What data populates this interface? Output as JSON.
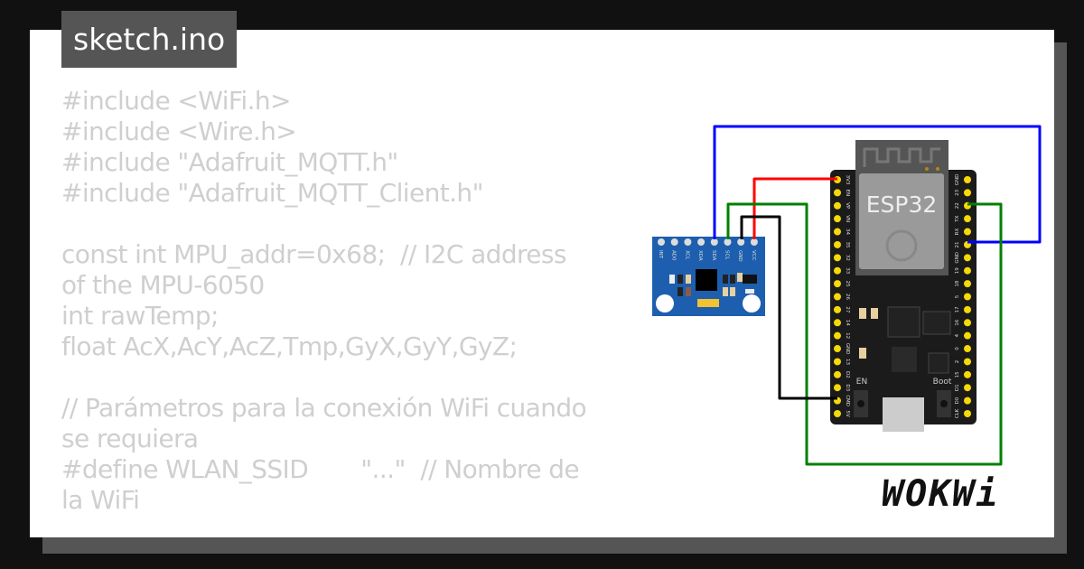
{
  "title": "sketch.ino",
  "code_lines": [
    "#include <WiFi.h>",
    "#include <Wire.h>",
    "#include \"Adafruit_MQTT.h\"",
    "#include \"Adafruit_MQTT_Client.h\"",
    "",
    "const int MPU_addr=0x68;  // I2C address of the MPU-6050",
    "int rawTemp;",
    "float AcX,AcY,AcZ,Tmp,GyX,GyY,GyZ;",
    "",
    "// Parámetros para la conexión WiFi cuando se requiera",
    "#define WLAN_SSID       \"...\"  // Nombre de la WiFi"
  ],
  "esp32": {
    "label": "ESP32",
    "left_pins": [
      "3V3",
      "EN",
      "VP",
      "VN",
      "34",
      "35",
      "32",
      "33",
      "25",
      "26",
      "27",
      "14",
      "12",
      "GND",
      "13",
      "D2",
      "D3",
      "CMD",
      "5V"
    ],
    "right_pins": [
      "GND",
      "23",
      "22",
      "TX",
      "RX",
      "21",
      "GND",
      "19",
      "18",
      "5",
      "17",
      "16",
      "4",
      "0",
      "2",
      "15",
      "D1",
      "D0",
      "CLK"
    ],
    "en_label": "EN",
    "boot_label": "Boot"
  },
  "mpu6050": {
    "pins": [
      "INT",
      "AD0",
      "XCL",
      "XDA",
      "SDA",
      "SCL",
      "GND",
      "VCC"
    ]
  },
  "wire_colors": {
    "sda": "#0000ff",
    "vcc": "#ff0000",
    "scl": "#008000",
    "gnd": "#000000"
  },
  "logo": "WOKWi"
}
